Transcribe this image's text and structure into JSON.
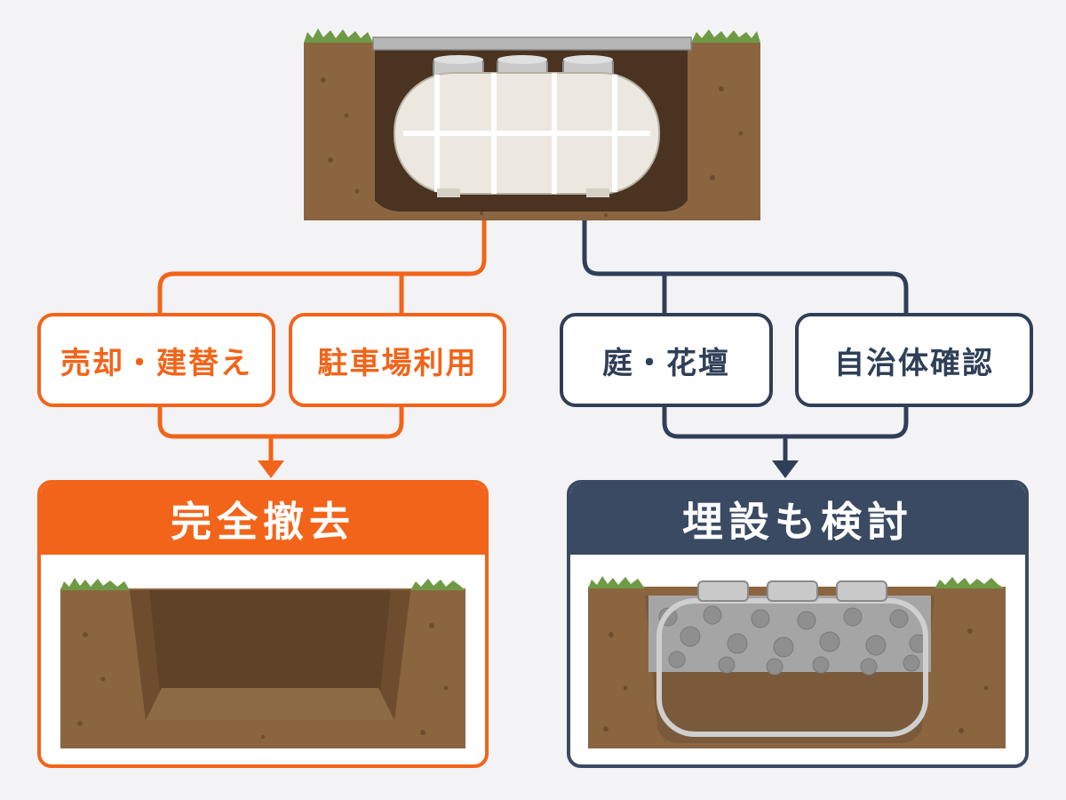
{
  "colors": {
    "orange": "#f26419",
    "navy": "#2f3f58",
    "soil": "#8b6540",
    "soil_dark": "#5f4227",
    "grass": "#6f9a45",
    "tank": "#ece8df",
    "gravel": "#a5a5a5"
  },
  "left_branch": {
    "options": [
      "売却・建替え",
      "駐車場利用"
    ],
    "result": "完全撤去"
  },
  "right_branch": {
    "options": [
      "庭・花壇",
      "自治体確認"
    ],
    "result": "埋設も検討"
  }
}
